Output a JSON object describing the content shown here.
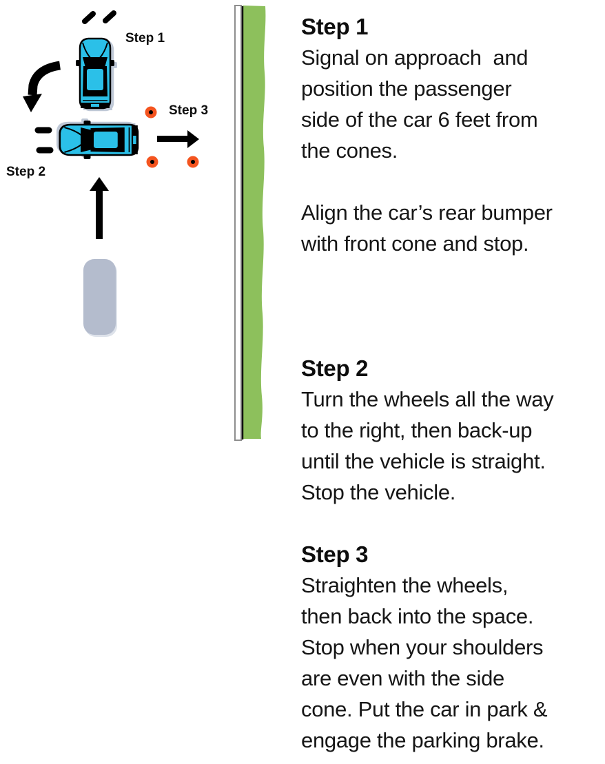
{
  "colors": {
    "car_body": "#2bc0e8",
    "car_detail": "#000000",
    "car_shadow": "#bfc8d6",
    "ghost_car": "#b4bccd",
    "cone": "#f4541f",
    "cone_dot": "#000000",
    "grass": "#8dc05c",
    "curb_fill": "#ffffff",
    "curb_border": "#8e8e8e",
    "arrow": "#000000",
    "text": "#161616"
  },
  "diagram": {
    "step1_label": "Step 1",
    "step2_label": "Step 2",
    "step3_label": "Step 3"
  },
  "instructions": {
    "steps": [
      {
        "title": "Step 1",
        "paragraphs": [
          {
            "lines": [
              "Signal on approach  and",
              "position the passenger",
              "side of the car 6 feet from",
              "the cones."
            ]
          },
          {
            "lines": [
              "Align the car’s rear bumper",
              "with front cone and stop."
            ]
          }
        ]
      },
      {
        "title": "Step 2",
        "paragraphs": [
          {
            "lines": [
              "Turn the wheels all the way",
              "to the right, then back-up",
              "until the vehicle is straight.",
              "Stop the vehicle."
            ]
          }
        ]
      },
      {
        "title": "Step 3",
        "paragraphs": [
          {
            "lines": [
              "Straighten the wheels,",
              "then back into the space.",
              "Stop when your shoulders",
              "are even with the side",
              "cone. Put the car in park &",
              "engage the parking brake."
            ]
          }
        ]
      }
    ]
  }
}
